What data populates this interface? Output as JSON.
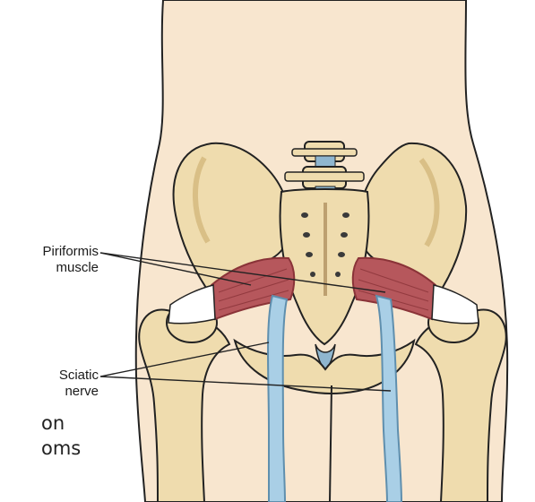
{
  "labels": {
    "piriformis_line1": "Piriformis",
    "piriformis_line2": "muscle",
    "sciatic_line1": "Sciatic",
    "sciatic_line2": "nerve"
  },
  "background_text": {
    "line1": "on",
    "line2": "oms"
  },
  "colors": {
    "skin": "#f8e6cf",
    "bone": "#efdcae",
    "bone_shadow": "#d9bf86",
    "muscle": "#b6575c",
    "muscle_dark": "#8a3338",
    "tendon": "#ffffff",
    "nerve": "#a9cfe6",
    "nerve_edge": "#5f8fae",
    "outline": "#222222"
  }
}
